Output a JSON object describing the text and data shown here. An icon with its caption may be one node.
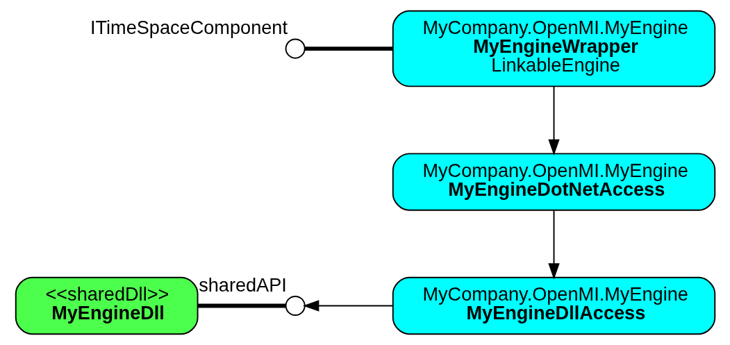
{
  "diagram": {
    "nodes": [
      {
        "text": [],
        "shape": "circle",
        "beside": [
          "ITimeSpaceComponent"
        ]
      },
      {
        "text": [
          "MyCompany.OpenMI.MyEngine",
          "MyEngineWrapper",
          "LinkableEngine"
        ]
      },
      {
        "text": [
          "MyCompany.OpenMI.MyEngine",
          "MyEngineDotNetAccess"
        ]
      },
      {
        "text": [
          "MyCompany.OpenMI.MyEngine",
          "MyEngineDllAccess"
        ]
      },
      {
        "text": [
          "<<sharedDll>>",
          "MyEngineDll"
        ]
      },
      {
        "text": [],
        "shape": "circle",
        "beside": [
          "sharedAPI"
        ]
      }
    ],
    "edges": [
      {
        "from": 0,
        "to": 1,
        "arrow": "none",
        "style": "thick"
      },
      {
        "from": 1,
        "to": 2,
        "arrow": "to"
      },
      {
        "from": 2,
        "to": 3,
        "arrow": "to"
      },
      {
        "from": 3,
        "to": 5,
        "arrow": "to"
      },
      {
        "from": 5,
        "to": 4,
        "arrow": "none",
        "style": "thick"
      }
    ]
  }
}
